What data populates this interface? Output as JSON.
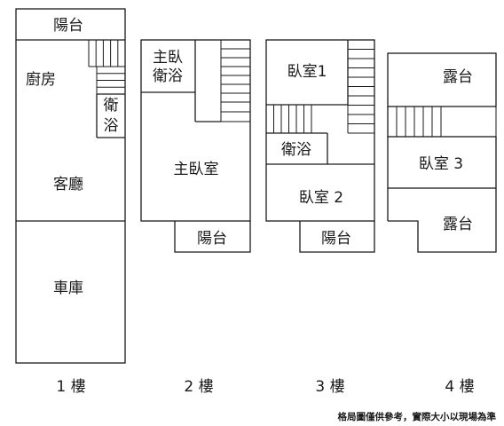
{
  "floor_1": {
    "label": "1 樓",
    "balcony": "陽台",
    "kitchen": "廚房",
    "bathroom": "衛浴",
    "living_room": "客廳",
    "garage": "車庫"
  },
  "floor_2": {
    "label": "2 樓",
    "master_bath": "主臥\n衛浴",
    "master_bedroom": "主臥室",
    "balcony": "陽台"
  },
  "floor_3": {
    "label": "3 樓",
    "bedroom_1": "臥室1",
    "bathroom": "衛浴",
    "bedroom_2": "臥室 2",
    "balcony": "陽台"
  },
  "floor_4": {
    "label": "4 樓",
    "terrace_top": "露台",
    "bedroom_3": "臥室 3",
    "terrace_bottom": "露台"
  },
  "footnote": "格局圖僅供參考，實際大小以現場為準"
}
